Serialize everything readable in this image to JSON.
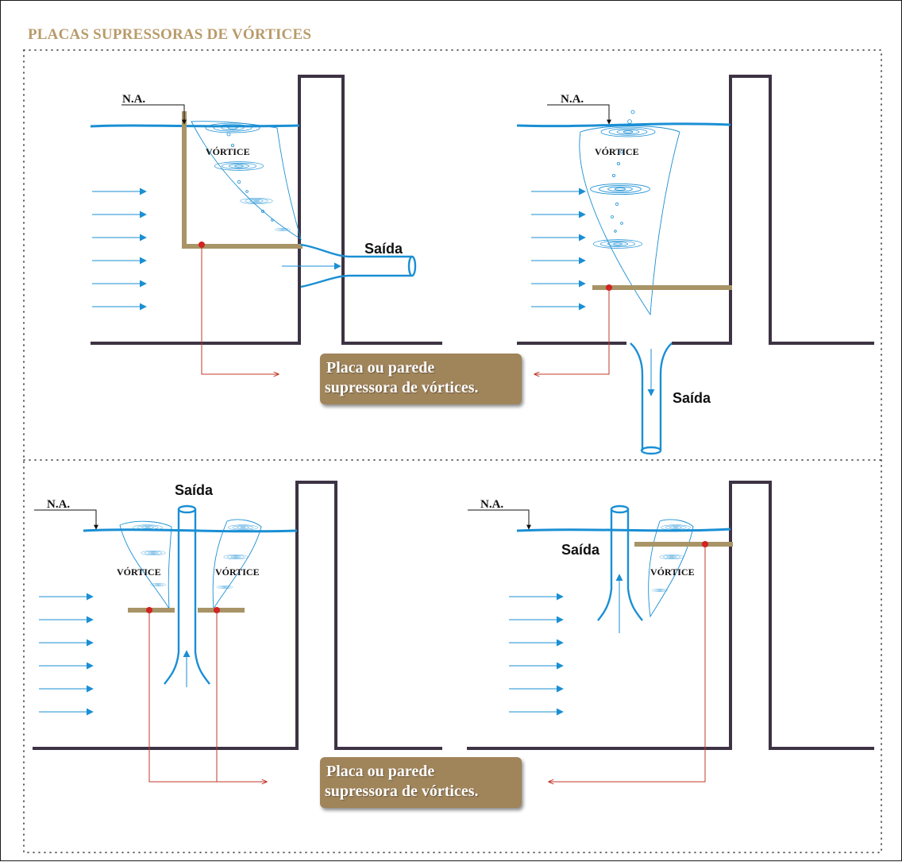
{
  "title": "PLACAS SUPRESSORAS DE VÓRTICES",
  "labels": {
    "water_level": "N.A.",
    "vortex": "VÓRTICE",
    "outlet": "Saída"
  },
  "callout": {
    "line1": "Placa ou parede",
    "line2": "supressora de vórtices."
  },
  "colors": {
    "water": "#1a8fd4",
    "wall": "#3d3344",
    "plate": "#a89466",
    "marker": "#d42020",
    "leader": "#c0392b",
    "callout_bg": "#a0845a",
    "title": "#b89b6a"
  }
}
